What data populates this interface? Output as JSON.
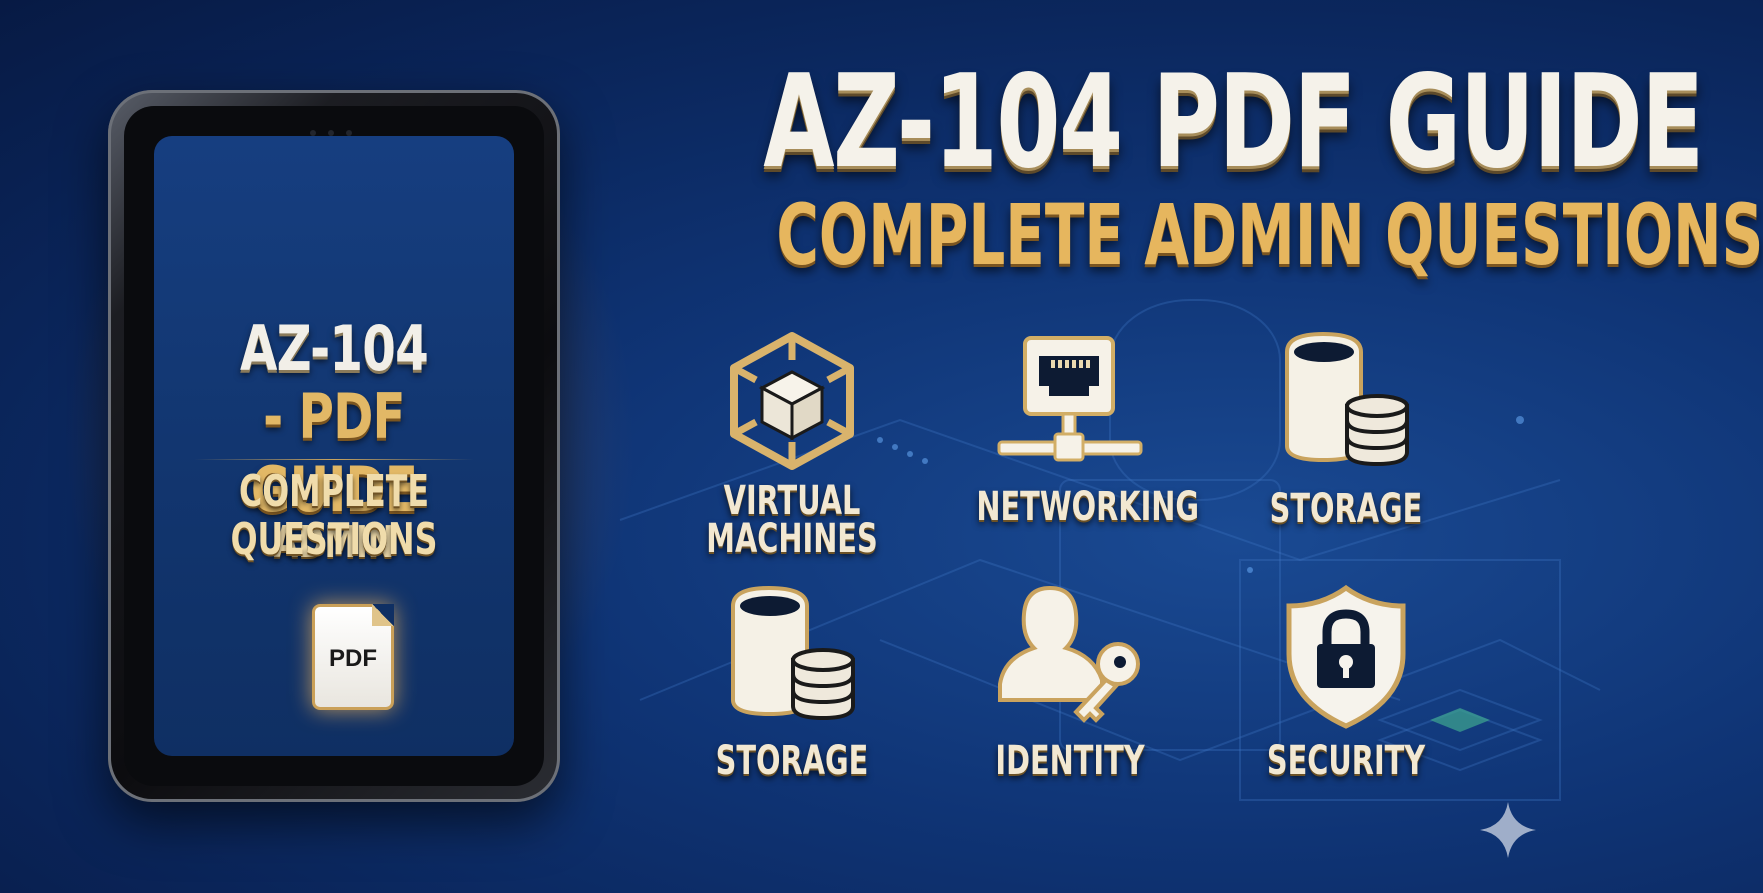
{
  "tablet": {
    "title_line1": "AZ-104",
    "title_line2": "- PDF GUIDE",
    "subtitle_line1": "COMPLETE ADMIN",
    "subtitle_line2": "QUESTIONS",
    "file_icon_label": "PDF"
  },
  "header": {
    "title": "AZ-104 PDF GUIDE",
    "subtitle": "COMPLETE ADMIN QUESTIONS"
  },
  "topics": [
    {
      "label_line1": "VIRTUAL",
      "label_line2": "MACHINES",
      "icon": "cube-hexagon-icon"
    },
    {
      "label_line1": "NETWORKING",
      "icon": "network-port-icon"
    },
    {
      "label_line1": "STORAGE",
      "icon": "database-icon"
    },
    {
      "label_line1": "STORAGE",
      "icon": "database-icon"
    },
    {
      "label_line1": "IDENTITY",
      "icon": "user-key-icon"
    },
    {
      "label_line1": "SECURITY",
      "icon": "shield-lock-icon"
    }
  ],
  "colors": {
    "background": "#0f3475",
    "gold": "#e6b65e",
    "cream": "#f5f2ea"
  }
}
